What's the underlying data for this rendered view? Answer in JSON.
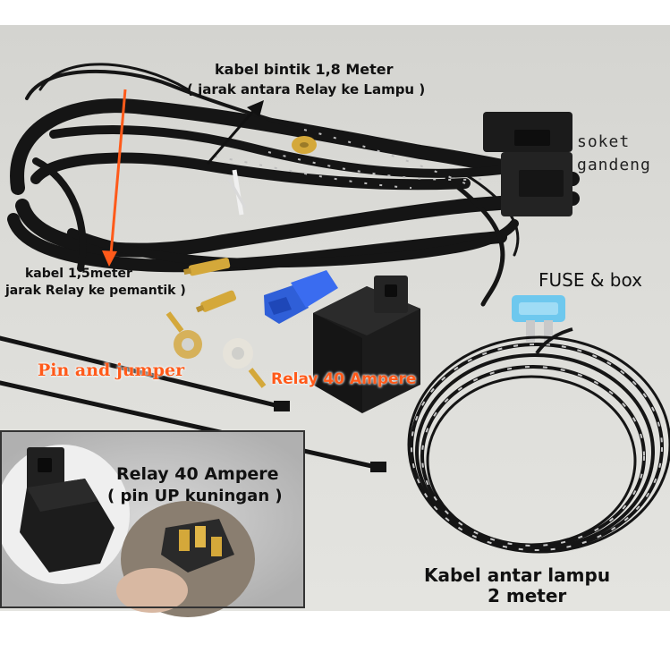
{
  "labels": {
    "long_cable_line1": "kabel bintik  1,8  Meter",
    "long_cable_line2": "( jarak antara Relay ke Lampu )",
    "short_cable_line1": "kabel 1,5meter",
    "short_cable_line2": "jarak Relay ke pemantik )",
    "socket_line1": "soket",
    "socket_line2": "gandeng",
    "fuse": "FUSE & box",
    "pins": "Pin and jumper",
    "relay_main": "Relay 40 Ampere",
    "relay_inset_line1": "Relay 40 Ampere",
    "relay_inset_line2": "( pin UP kuningan )",
    "lamp_cable_line1": "Kabel antar lampu",
    "lamp_cable_line2": "2 meter"
  },
  "colors": {
    "arrow_orange": "#ff5a1a",
    "arrow_black": "#111111",
    "cable": "#151515",
    "relay": "#1c1c1c",
    "fuse_blue": "#6ec8ee",
    "connector_blue": "#2f5fd8",
    "brass": "#d4a83a"
  },
  "icons": [
    "arrow-icon",
    "relay-icon",
    "fuse-icon",
    "connector-icon"
  ]
}
